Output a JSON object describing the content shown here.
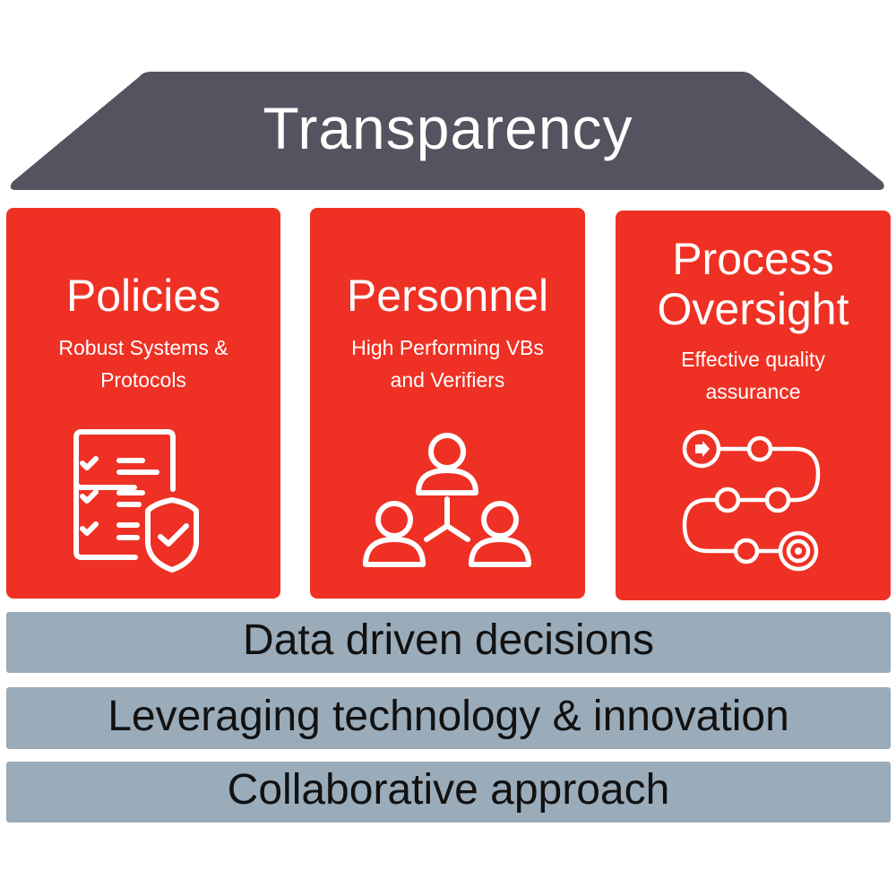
{
  "roof": {
    "title": "Transparency",
    "color": "#55535F"
  },
  "pillars": [
    {
      "title": "Policies",
      "subtitle_lines": [
        "Robust Systems &",
        "Protocols"
      ],
      "icon": "checklist-shield-icon"
    },
    {
      "title": "Personnel",
      "subtitle_lines": [
        "High Performing VBs",
        "and Verifiers"
      ],
      "icon": "team-network-icon"
    },
    {
      "title_lines": [
        "Process",
        "Oversight"
      ],
      "subtitle_lines": [
        "Effective quality",
        "assurance"
      ],
      "icon": "process-path-icon"
    }
  ],
  "foundation": [
    {
      "label": "Data driven decisions"
    },
    {
      "label": "Leveraging technology & innovation"
    },
    {
      "label": "Collaborative approach"
    }
  ],
  "colors": {
    "pillar": "#EE3124",
    "foundation": "#9AABBA"
  }
}
